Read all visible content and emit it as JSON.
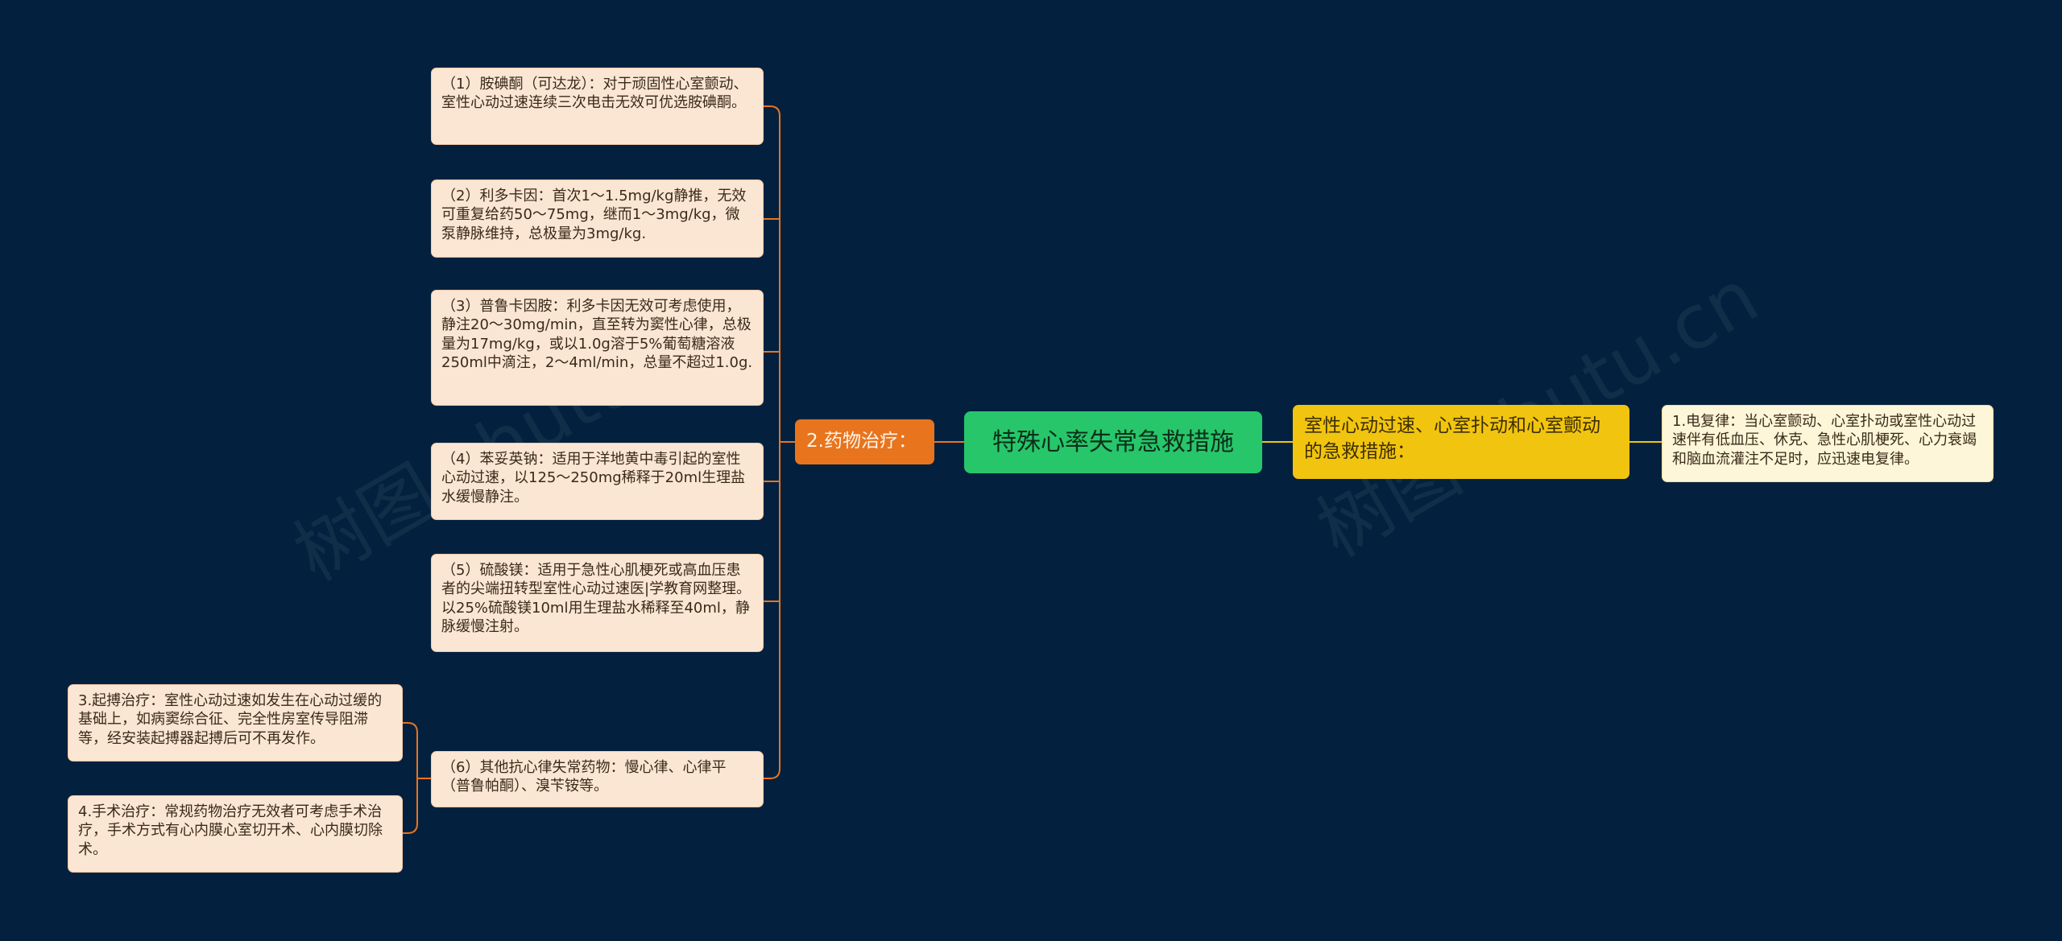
{
  "root": {
    "label": "特殊心率失常急救措施"
  },
  "left_branch": {
    "label": "2.药物治疗："
  },
  "right_branch": {
    "label": "室性心动过速、心室扑动和心室颤动的急救措施："
  },
  "left_leaves": [
    "（1）胺碘酮（可达龙）：对于顽固性心室颤动、室性心动过速连续三次电击无效可优选胺碘酮。",
    "（2）利多卡因：首次1～1.5mg/kg静推，无效可重复给药50～75mg，继而1～3mg/kg，微泵静脉维持，总极量为3mg/kg.",
    "（3）普鲁卡因胺：利多卡因无效可考虑使用，静注20～30mg/min，直至转为窦性心律，总极量为17mg/kg，或以1.0g溶于5%葡萄糖溶液250ml中滴注，2～4ml/min，总量不超过1.0g.",
    "（4）苯妥英钠：适用于洋地黄中毒引起的室性心动过速，以125～250mg稀释于20ml生理盐水缓慢静注。",
    "（5）硫酸镁：适用于急性心肌梗死或高血压患者的尖端扭转型室性心动过速医|学教育网整理。以25%硫酸镁10ml用生理盐水稀释至40ml，静脉缓慢注射。",
    "（6）其他抗心律失常药物：慢心律、心律平（普鲁帕酮）、溴苄铵等。"
  ],
  "far_left_leaves": [
    "3.起搏治疗：室性心动过速如发生在心动过缓的基础上，如病窦综合征、完全性房室传导阻滞等，经安装起搏器起搏后可不再发作。",
    "4.手术治疗：常规药物治疗无效者可考虑手术治疗，手术方式有心内膜心室切开术、心内膜切除术。"
  ],
  "right_leaf": "1.电复律：当心室颤动、心室扑动或室性心动过速伴有低血压、休克、急性心肌梗死、心力衰竭和脑血流灌注不足时，应迅速电复律。",
  "watermarks": [
    "树图 shutu.cn",
    "树图 shutu.cn"
  ],
  "colors": {
    "background": "#03213e",
    "root": "#27c66a",
    "left_branch": "#e8741e",
    "right_branch": "#f1c40f",
    "leaf": "#fbe6d3",
    "right_leaf": "#fdf6d8",
    "connector_left": "#e8741e",
    "connector_right": "#f1c40f"
  }
}
